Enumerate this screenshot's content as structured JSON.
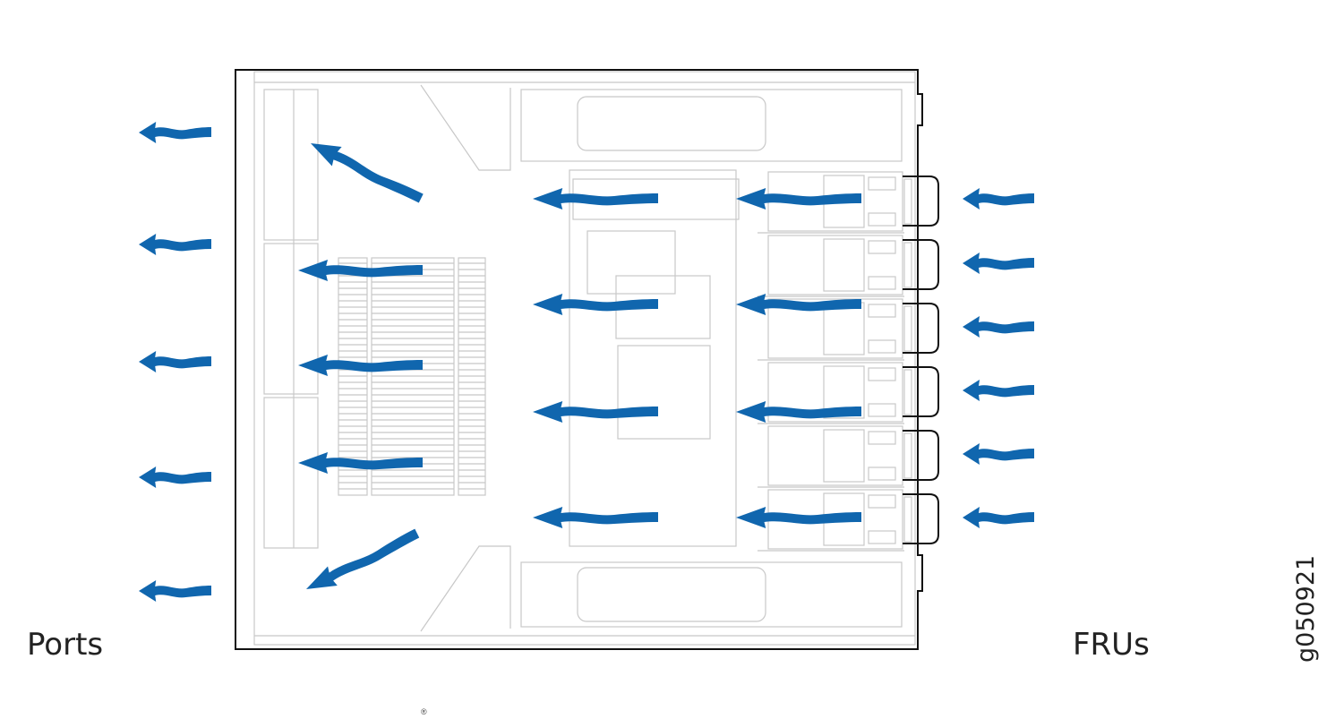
{
  "labels": {
    "left": "Ports",
    "right": "FRUs",
    "figure_id": "g050921",
    "registered_mark": "®"
  },
  "colors": {
    "airflow_arrow": "#1066ae",
    "outline": "#111111",
    "detail_lines": "#c8c8c8"
  },
  "icons": [
    "airflow-arrow-icon"
  ]
}
